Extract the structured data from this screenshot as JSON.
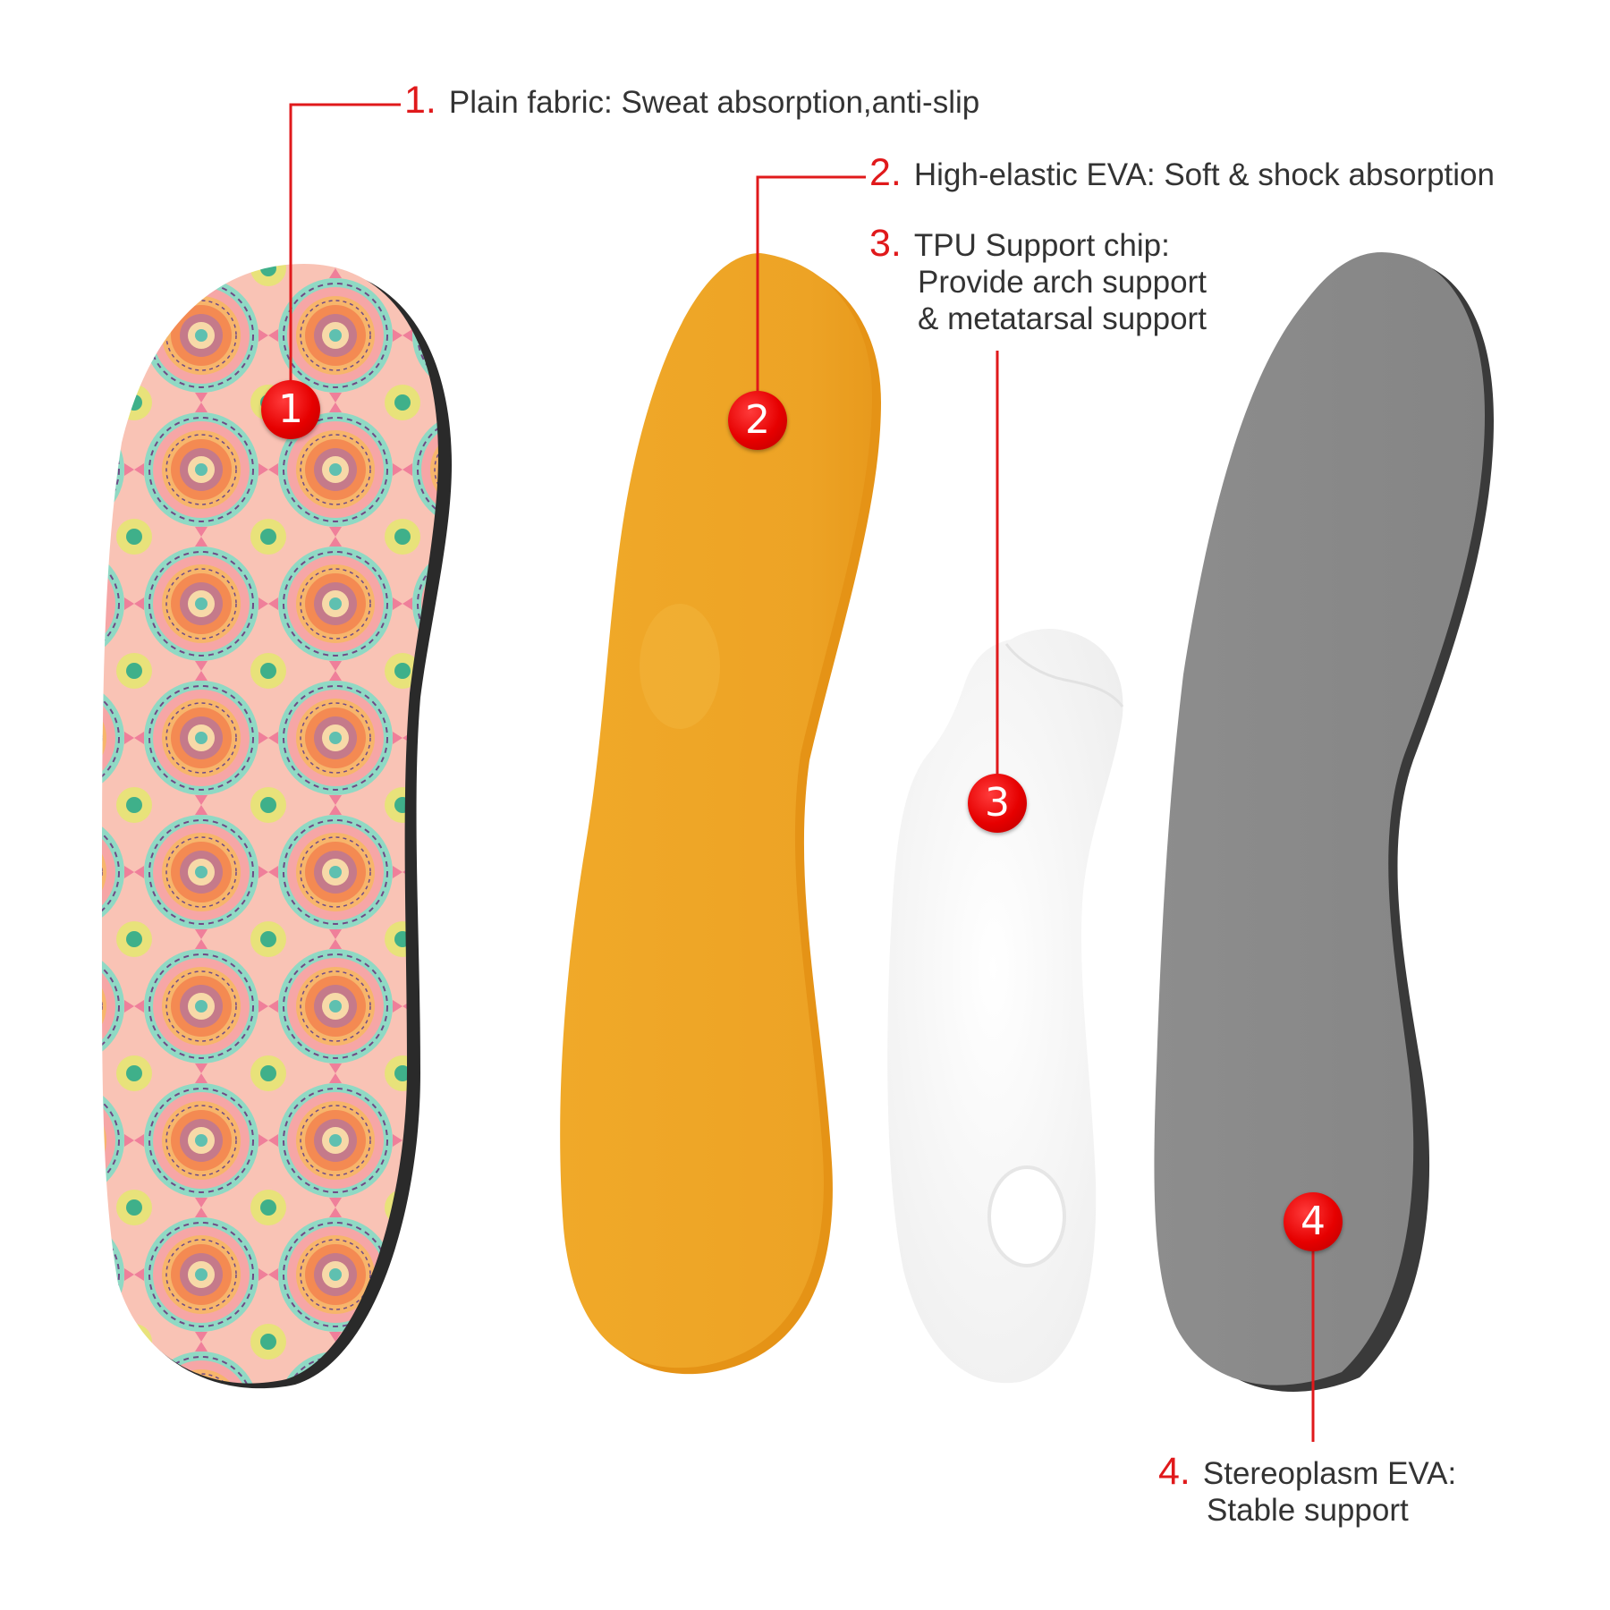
{
  "layers": [
    {
      "number": "1.",
      "badge": "1",
      "lines": [
        "Plain fabric: Sweat absorption,anti-slip"
      ],
      "color": "#f4a6a0",
      "icon": "patterned-fabric-insole"
    },
    {
      "number": "2.",
      "badge": "2",
      "lines": [
        "High-elastic EVA: Soft & shock absorption"
      ],
      "color": "#f0a62a",
      "icon": "yellow-eva-insole"
    },
    {
      "number": "3.",
      "badge": "3",
      "lines": [
        "TPU Support chip:",
        "Provide arch support",
        "& metatarsal support"
      ],
      "color": "#f2f2f2",
      "icon": "tpu-support-chip"
    },
    {
      "number": "4.",
      "badge": "4",
      "lines": [
        "Stereoplasm EVA:",
        "Stable support"
      ],
      "color": "#8a8a8a",
      "icon": "grey-eva-insole"
    }
  ],
  "accent_color": "#e0191b"
}
